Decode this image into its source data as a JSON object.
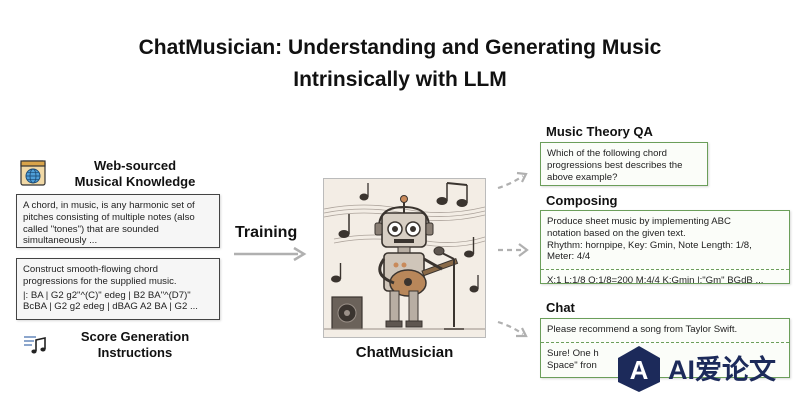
{
  "title_line1": "ChatMusician: Understanding and Generating Music",
  "title_line2": "Intrinsically with LLM",
  "left": {
    "web_title": [
      "Web-sourced",
      "Musical Knowledge"
    ],
    "web_text": [
      "A chord, in music, is any harmonic set of",
      "pitches consisting of multiple notes (also",
      "called \"tones\") that are sounded",
      "simultaneously ..."
    ],
    "score_text": [
      "Construct smooth-flowing chord",
      "progressions for the supplied music.",
      "|: BA | G2 g2\"^(C)\" edeg | B2 BA\"^(D7)\"",
      "BcBA | G2 g2 edeg | dBAG A2 BA | G2 ..."
    ],
    "score_title": [
      "Score Generation",
      "Instructions"
    ]
  },
  "training_label": "Training",
  "center_label": "ChatMusician",
  "right": {
    "qa_title": "Music Theory QA",
    "qa_text": [
      "Which of the following chord",
      "progressions best describes the",
      "above example?"
    ],
    "composing_title": "Composing",
    "composing_text": [
      "Produce sheet music by implementing ABC",
      "notation based on the given text.",
      "Rhythm: hornpipe, Key: Gmin, Note Length: 1/8,",
      "Meter: 4/4"
    ],
    "composing_abc": "X:1 L:1/8 Q:1/8=200 M:4/4 K:Gmin |:\"Gm\" BGdB ...",
    "chat_title": "Chat",
    "chat_text": "Please recommend a song from Taylor Swift.",
    "chat_reply": [
      "Sure! One h",
      "Space\" fron"
    ]
  },
  "logo": {
    "mark": "A",
    "text": "AI爱论文"
  },
  "colors": {
    "green_border": "#6b9e5a",
    "dark_border": "#444444",
    "arrow_gray": "#b0b0b0",
    "logo_navy": "#1c2a5a"
  }
}
